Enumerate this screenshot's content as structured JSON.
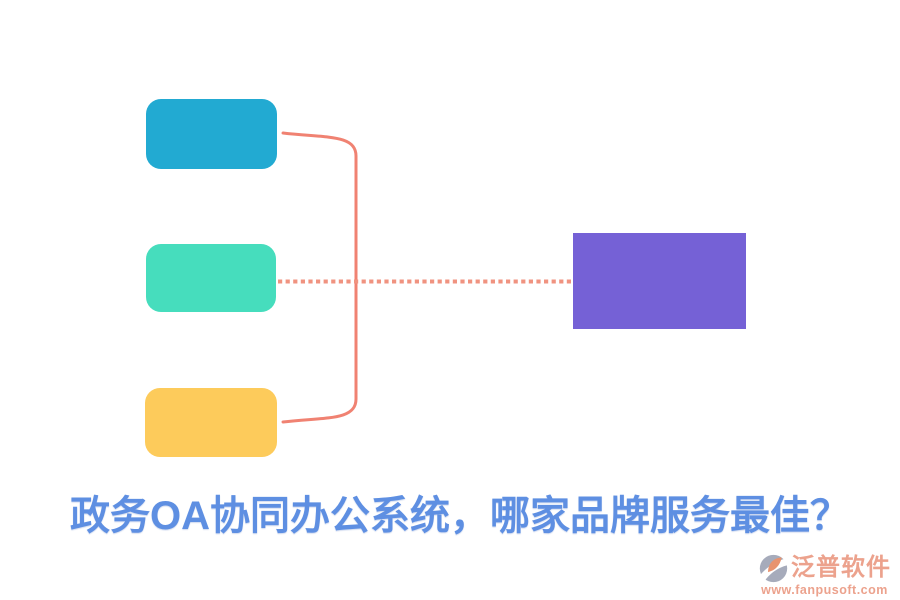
{
  "title": {
    "text": "政务OA协同办公系统，哪家品牌服务最佳？",
    "color": "#5E8FE2"
  },
  "diagram": {
    "connector_color": "#F08272",
    "dotted_connector_color": "#F09380",
    "nodes": {
      "top": {
        "color": "#22AAD2",
        "shape": "rounded-rect"
      },
      "middle": {
        "color": "#46DDBD",
        "shape": "rounded-rect"
      },
      "bottom": {
        "color": "#FDCB5B",
        "shape": "rounded-rect"
      },
      "result": {
        "color": "#7561D6",
        "shape": "rect"
      }
    }
  },
  "watermark": {
    "brand": "泛普软件",
    "url": "www.fanpusoft.com",
    "text_color": "#ECA28D",
    "icon_gray": "#A6ABBB",
    "icon_accent": "#E8936F"
  }
}
